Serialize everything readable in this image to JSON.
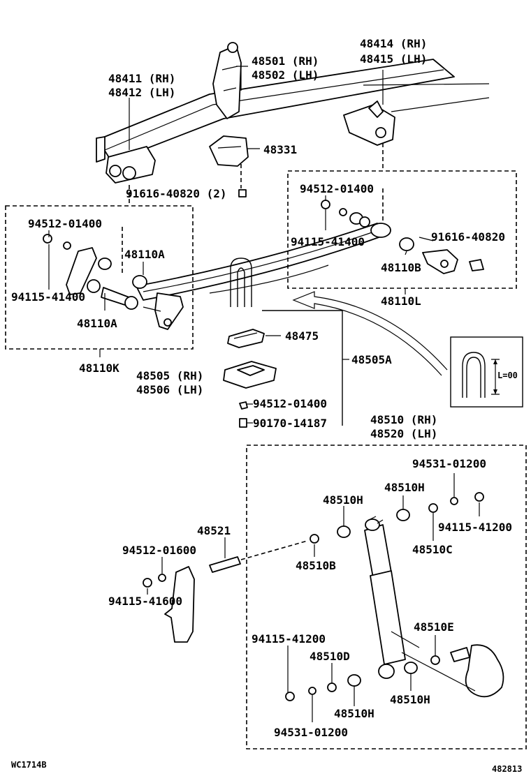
{
  "labels": {
    "p48411": "48411 (RH)",
    "p48412": "48412 (LH)",
    "p48501": "48501 (RH)",
    "p48502": "48502 (LH)",
    "p48414": "48414 (RH)",
    "p48415": "48415 (LH)",
    "p48331": "48331",
    "p91616_2": "91616-40820 (2)",
    "p94512_left": "94512-01400",
    "p48110A_top": "48110A",
    "p94115_left": "94115-41400",
    "p48110A_bottom": "48110A",
    "p48110K": "48110K",
    "p94512_right": "94512-01400",
    "p94115_right": "94115-41400",
    "p91616_right": "91616-40820",
    "p48110B_top": "48110B",
    "p48110L": "48110L",
    "p48475": "48475",
    "p48505": "48505 (RH)",
    "p48506": "48506 (LH)",
    "p48505A": "48505A",
    "uboltDim": "L=00",
    "p94512_mid": "94512-01400",
    "p90170": "90170-14187",
    "p48510": "48510 (RH)",
    "p48520": "48520 (LH)",
    "p94531_top": "94531-01200",
    "p48510H_a": "48510H",
    "p48510H_b": "48510H",
    "p94115_41200_a": "94115-41200",
    "p48521": "48521",
    "p48510C": "48510C",
    "p94512_01600": "94512-01600",
    "p48510B_bot": "48510B",
    "p94115_41600": "94115-41600",
    "p48510E": "48510E",
    "p94115_41200_b": "94115-41200",
    "p48510D": "48510D",
    "p48510H_c": "48510H",
    "p48510H_d": "48510H",
    "p94531_bot": "94531-01200",
    "footerLeft": "WC1714B",
    "footerRight": "482813"
  }
}
